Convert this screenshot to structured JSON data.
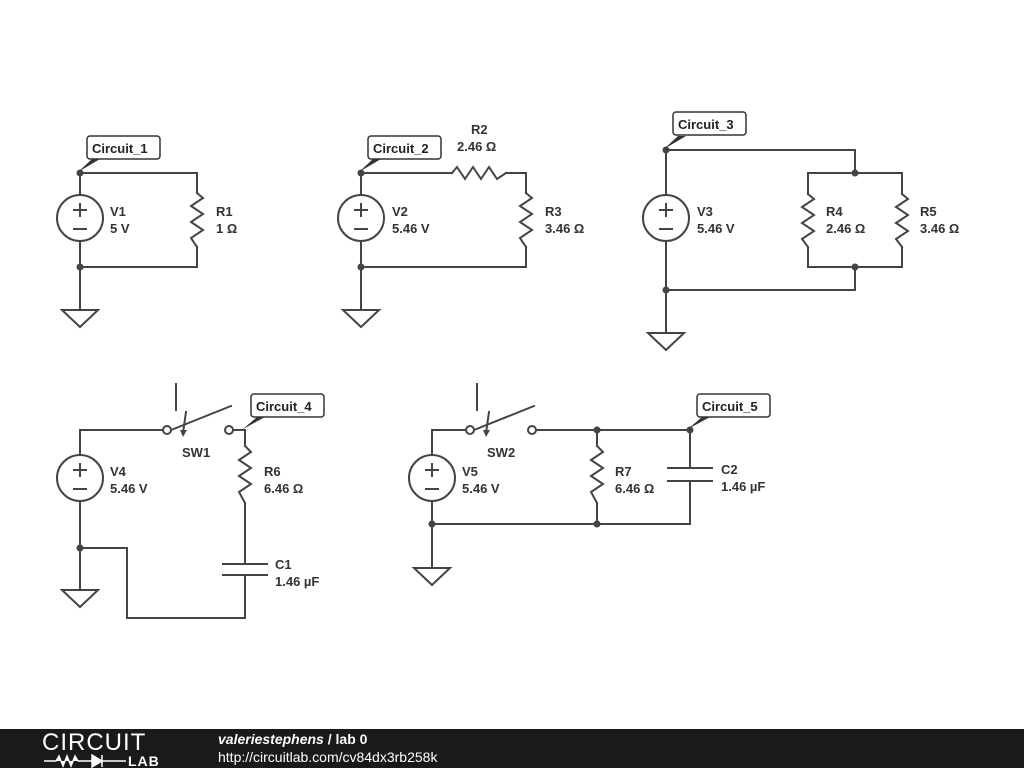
{
  "circuits": {
    "c1": {
      "tag": "Circuit_1",
      "source": {
        "name": "V1",
        "value": "5 V"
      },
      "r1": {
        "name": "R1",
        "value": "1 Ω"
      }
    },
    "c2": {
      "tag": "Circuit_2",
      "source": {
        "name": "V2",
        "value": "5.46 V"
      },
      "r2": {
        "name": "R2",
        "value": "2.46 Ω"
      },
      "r3": {
        "name": "R3",
        "value": "3.46 Ω"
      }
    },
    "c3": {
      "tag": "Circuit_3",
      "source": {
        "name": "V3",
        "value": "5.46 V"
      },
      "r4": {
        "name": "R4",
        "value": "2.46 Ω"
      },
      "r5": {
        "name": "R5",
        "value": "3.46 Ω"
      }
    },
    "c4": {
      "tag": "Circuit_4",
      "source": {
        "name": "V4",
        "value": "5.46 V"
      },
      "sw": {
        "name": "SW1"
      },
      "r6": {
        "name": "R6",
        "value": "6.46 Ω"
      },
      "c1": {
        "name": "C1",
        "value": "1.46 µF"
      }
    },
    "c5": {
      "tag": "Circuit_5",
      "source": {
        "name": "V5",
        "value": "5.46 V"
      },
      "sw": {
        "name": "SW2"
      },
      "r7": {
        "name": "R7",
        "value": "6.46 Ω"
      },
      "c2": {
        "name": "C2",
        "value": "1.46 µF"
      }
    }
  },
  "footer": {
    "logo_top": "CIRCUIT",
    "logo_bottom": "LAB",
    "user": "valeriestephens",
    "separator": " / ",
    "project": "lab 0",
    "url": "http://circuitlab.com/cv84dx3rb258k"
  }
}
